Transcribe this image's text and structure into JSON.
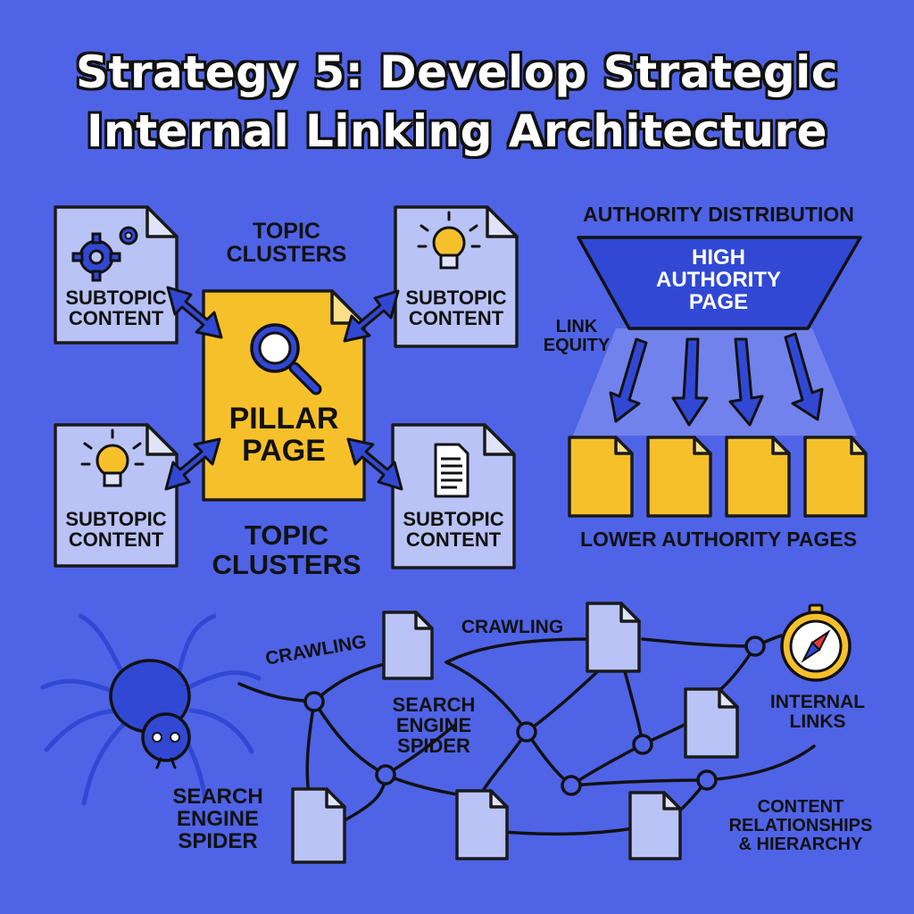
{
  "title": {
    "line1": "Strategy 5: Develop Strategic",
    "line2": "Internal Linking Architecture"
  },
  "topic_clusters": {
    "top_label": "TOPIC\nCLUSTERS",
    "bottom_label": "TOPIC\nCLUSTERS",
    "pillar_label": "PILLAR\nPAGE",
    "subtopics": [
      {
        "label": "SUBTOPIC\nCONTENT",
        "icon": "gears-icon"
      },
      {
        "label": "SUBTOPIC\nCONTENT",
        "icon": "lightbulb-icon"
      },
      {
        "label": "SUBTOPIC\nCONTENT",
        "icon": "lightbulb-icon"
      },
      {
        "label": "SUBTOPIC\nCONTENT",
        "icon": "document-icon"
      }
    ],
    "pillar_icon": "magnifier-icon"
  },
  "authority": {
    "heading": "AUTHORITY DISTRIBUTION",
    "high_label": "HIGH\nAUTHORITY\nPAGE",
    "equity_label": "LINK\nEQUITY",
    "lower_label": "LOWER AUTHORITY PAGES",
    "lower_page_count_icon": "folder-icon"
  },
  "crawl": {
    "crawling_1": "CRAWLING",
    "crawling_2": "CRAWLING",
    "spider_mid_label": "SEARCH\nENGINE\nSPIDER",
    "spider_label": "SEARCH\nENGINE\nSPIDER",
    "internal_links": "INTERNAL\nLINKS",
    "relationships": "CONTENT\nRELATIONSHIPS\n& HIERARCHY",
    "spider_icon": "spider-icon",
    "compass_icon": "compass-icon"
  },
  "colors": {
    "background": "#4f63e6",
    "page_blue": "#b9c3f5",
    "accent_yellow": "#f6c02b",
    "arrow_blue": "#3148d4",
    "outline": "#1a1a1a"
  }
}
